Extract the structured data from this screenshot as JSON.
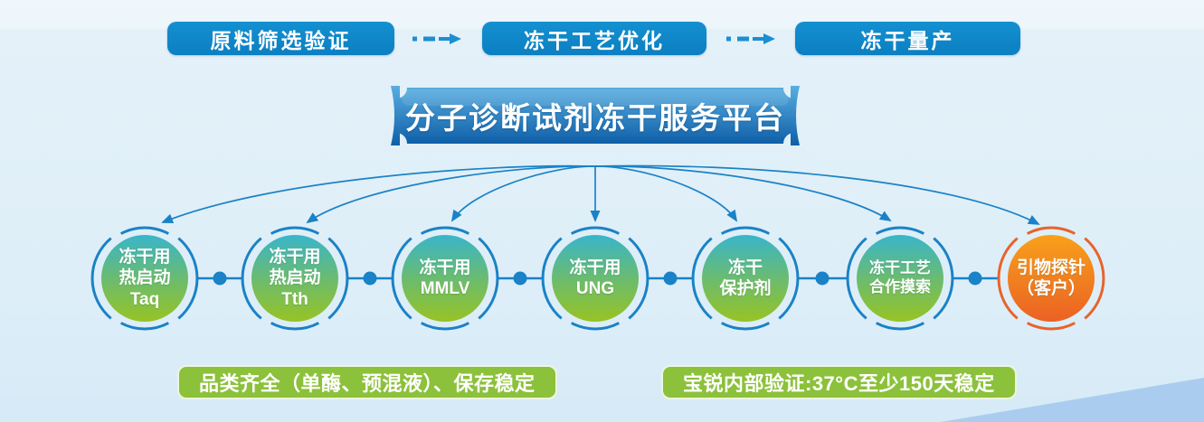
{
  "steps": [
    {
      "label": "原料筛选验证"
    },
    {
      "label": "冻干工艺优化"
    },
    {
      "label": "冻干量产"
    }
  ],
  "platform": {
    "title": "分子诊断试剂冻干服务平台"
  },
  "nodes": [
    {
      "lines": [
        "冻干用",
        "热启动",
        "Taq"
      ],
      "color": "blue"
    },
    {
      "lines": [
        "冻干用",
        "热启动",
        "Tth"
      ],
      "color": "blue"
    },
    {
      "lines": [
        "冻干用",
        "MMLV"
      ],
      "color": "blue"
    },
    {
      "lines": [
        "冻干用",
        "UNG"
      ],
      "color": "blue"
    },
    {
      "lines": [
        "冻干",
        "保护剂"
      ],
      "color": "blue"
    },
    {
      "lines": [
        "冻干工艺",
        "合作摸索"
      ],
      "color": "blue"
    },
    {
      "lines": [
        "引物探针",
        "（客户）"
      ],
      "color": "orange"
    }
  ],
  "notes": [
    {
      "label": "品类齐全（单酶、预混液）、保存稳定"
    },
    {
      "label": "宝锐内部验证:37°C至少150天稳定"
    }
  ],
  "colors": {
    "step_blue": "#0d87c7",
    "banner_top": "#58ade0",
    "banner_bottom": "#0f5fa8",
    "node_teal_top": "#39b5ca",
    "node_green_bottom": "#97c324",
    "node_orange_top": "#f9a01b",
    "node_orange_bottom": "#ec6124",
    "arc_blue": "#1a82c6",
    "arc_orange": "#e8632a",
    "note_green": "#8cc13b",
    "background": "#e4f1f9"
  }
}
